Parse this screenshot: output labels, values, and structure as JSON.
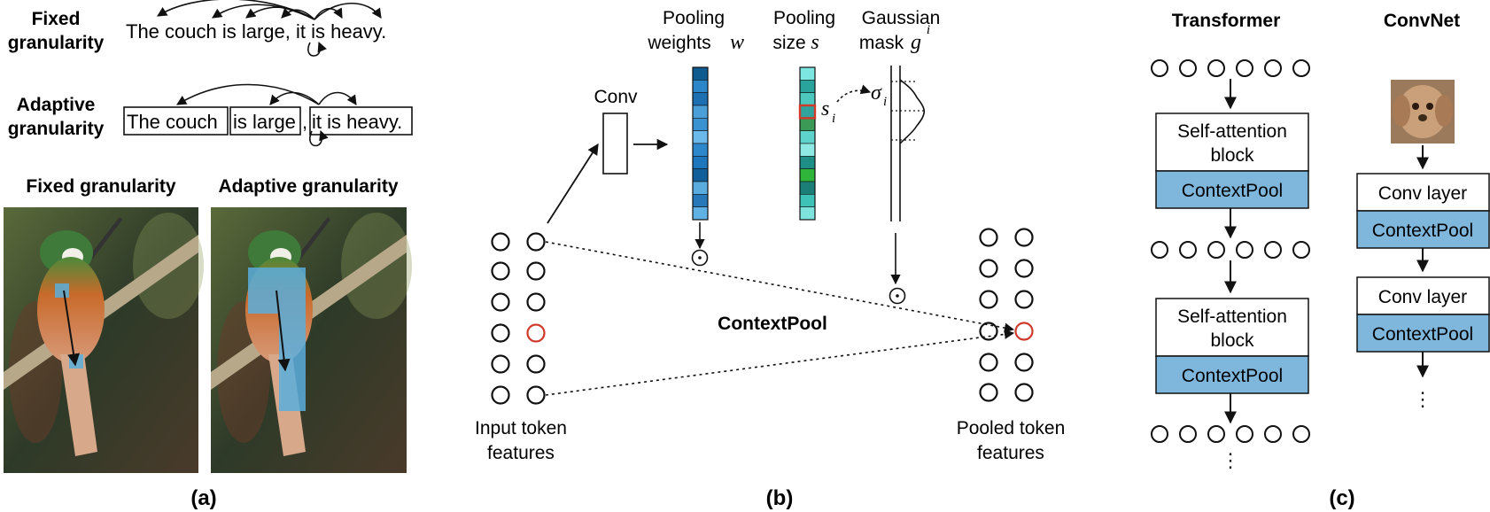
{
  "panel_a": {
    "fixed_label": [
      "Fixed",
      "granularity"
    ],
    "adaptive_label": [
      "Adaptive",
      "granularity"
    ],
    "sentence": "The couch is large, it is heavy.",
    "chunks": [
      "The couch",
      "is large",
      ",",
      "it is heavy."
    ],
    "img_fixed_title": "Fixed granularity",
    "img_adaptive_title": "Adaptive granularity",
    "caption": "(a)"
  },
  "panel_b": {
    "conv_label": "Conv",
    "pooling_weights": [
      "Pooling",
      "weights"
    ],
    "pooling_weights_sym": "w",
    "pooling_size": [
      "Pooling",
      "size"
    ],
    "pooling_size_sym": "s",
    "gaussian": [
      "Gaussian",
      "mask"
    ],
    "gaussian_sym": "g",
    "gaussian_sup": "i",
    "s_i": "s",
    "s_i_sub": "i",
    "sigma_i": "σ",
    "sigma_sub": "i",
    "center_label": "ContextPool",
    "input_label": [
      "Input token",
      "features"
    ],
    "pooled_label": [
      "Pooled token",
      "features"
    ],
    "odot": "⊙",
    "caption": "(b)",
    "weight_colors": [
      "#0f5a8f",
      "#2a86c9",
      "#1c6fb0",
      "#4a9fd8",
      "#3b92d1",
      "#6bb8ea",
      "#2d87cb",
      "#1e77bd",
      "#115f9a",
      "#5aacdf",
      "#2678b8",
      "#5fb2e3"
    ],
    "size_colors": [
      "#7ee6e0",
      "#2aa39c",
      "#4cc8bf",
      "#c0392b",
      "#3b9a55",
      "#5ed3cc",
      "#8ee9e4",
      "#1f8e86",
      "#2fb53a",
      "#1b7f78",
      "#3ec2b8",
      "#7fe3dd"
    ]
  },
  "panel_c": {
    "transformer_title": "Transformer",
    "convnet_title": "ConvNet",
    "self_attention": [
      "Self-attention",
      "block"
    ],
    "contextpool": "ContextPool",
    "conv_layer": "Conv layer",
    "ellipsis": "⋮",
    "caption": "(c)",
    "accent": "#7fb6dc"
  }
}
